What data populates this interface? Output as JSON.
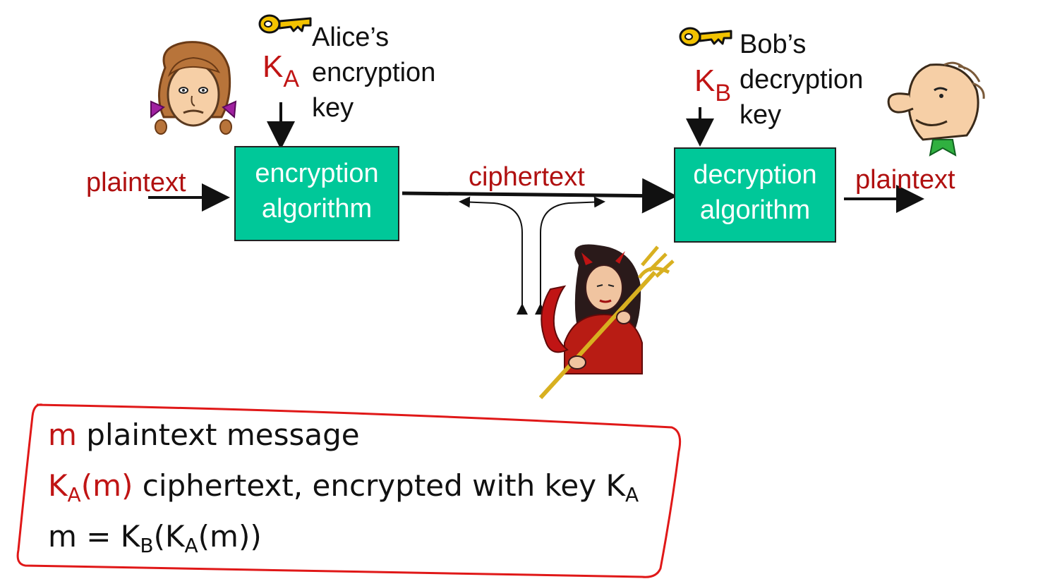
{
  "left": {
    "plaintext": "plaintext",
    "key_symbol": "K",
    "key_subscript": "A",
    "key_label_line1": "Alice’s",
    "key_label_line2": "encryption",
    "key_label_line3": "key",
    "box_line1": "encryption",
    "box_line2": "algorithm"
  },
  "middle": {
    "ciphertext": "ciphertext"
  },
  "right": {
    "key_symbol": "K",
    "key_subscript": "B",
    "key_label_line1": "Bob’s",
    "key_label_line2": "decryption",
    "key_label_line3": "key",
    "box_line1": "decryption",
    "box_line2": "algorithm",
    "plaintext": "plaintext"
  },
  "legend": {
    "line1_symbol": "m",
    "line1_text": "plaintext message",
    "line2_symbol": "K",
    "line2_sub": "A",
    "line2_arg": "(m)",
    "line2_text": "ciphertext, encrypted with key K",
    "line2_text_sub": "A",
    "line3_a": "m = K",
    "line3_sub1": "B",
    "line3_b": "(K",
    "line3_sub2": "A",
    "line3_c": "(m))"
  },
  "colors": {
    "box_fill": "#00c899",
    "accent_red": "#c01414",
    "key_gold": "#f2c200"
  }
}
